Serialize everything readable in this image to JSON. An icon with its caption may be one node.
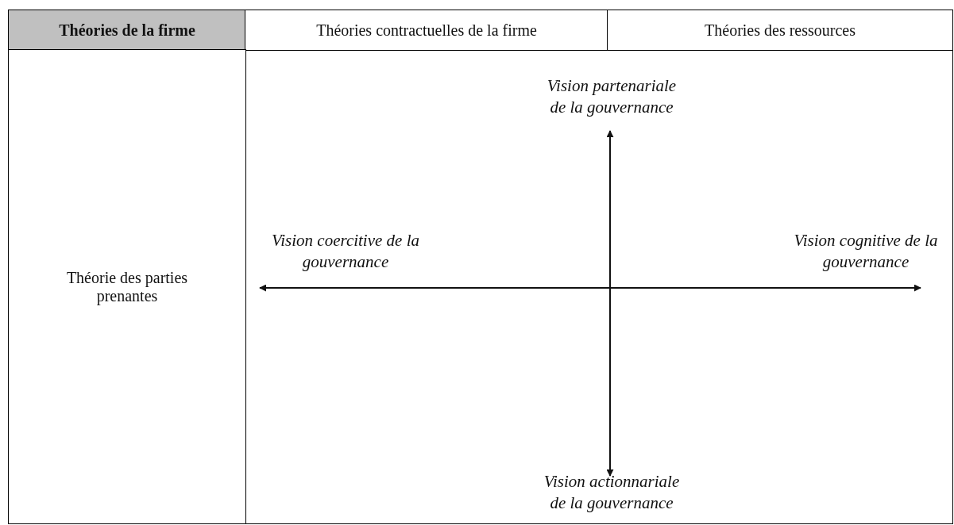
{
  "diagram": {
    "labels": [
      "Théories de la firme",
      "Théories contractuelles de la firme",
      "Théories des ressources",
      "Théorie des parties prenantes",
      "Vision partenariale de la gouvernance",
      "Vision coercitive de la gouvernance",
      "Vision cognitive de la gouvernance",
      "Vision actionnariale de la gouvernance"
    ]
  }
}
